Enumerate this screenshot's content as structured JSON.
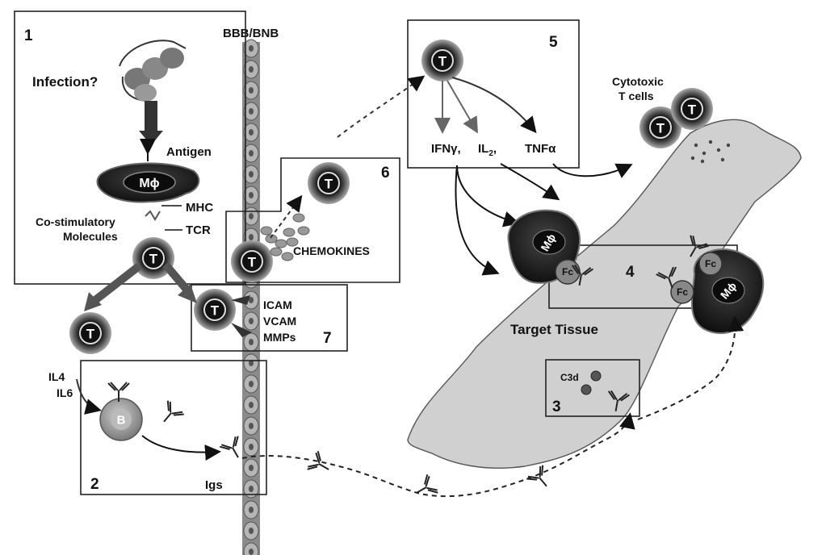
{
  "barrier": {
    "label": "BBB/BNB"
  },
  "panels": [
    {
      "number": "1"
    },
    {
      "number": "2"
    },
    {
      "number": "3"
    },
    {
      "number": "4"
    },
    {
      "number": "5"
    },
    {
      "number": "6"
    },
    {
      "number": "7"
    }
  ],
  "labels": {
    "infection": "Infection?",
    "antigen": "Antigen",
    "macrophage": "Mϕ",
    "mhc": "MHC",
    "costim_line1": "Co-stimulatory",
    "costim_line2": "Molecules",
    "tcr": "TCR",
    "t_cell": "T",
    "b_cell": "B",
    "il4": "IL4",
    "il6": "IL6",
    "igs": "Igs",
    "chemokines": "CHEMOKINES",
    "adhesion": [
      "ICAM",
      "VCAM",
      "MMPs"
    ],
    "ifn": "IFNγ,",
    "il2_base": "IL",
    "il2_sub": "2",
    "il2_comma": ",",
    "tnf": "TNFα",
    "cytotoxic_line1": "Cytotoxic",
    "cytotoxic_line2": "T cells",
    "target_tissue": "Target Tissue",
    "fc": "Fc",
    "c3d": "C3d"
  },
  "colors": {
    "cell_dark": "#1c1c1c",
    "cell_ring": "#8a8a8a",
    "tissue": "#d0d0d0",
    "barrier": "#7e7e7e"
  }
}
